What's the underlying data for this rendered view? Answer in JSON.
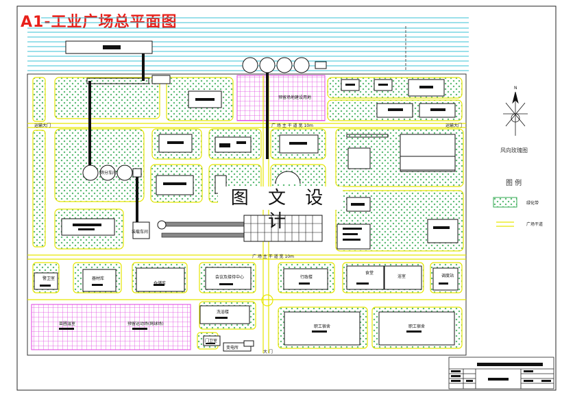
{
  "title": "A1-工业广场总平面图",
  "watermark": "图 文 设 计",
  "gates": {
    "west": "运输大门",
    "east": "运输大门",
    "main": "大 门"
  },
  "roads": {
    "upper": "广 场 主 干 道 宽  10m",
    "lower": "广 场 主 干 道 宽  10m"
  },
  "buildings": {
    "screening": "筛分车间",
    "loading": "装载车间",
    "materials": "器材库",
    "warehouse": "仓储库",
    "substation": "变电所",
    "conference": "会议及接待中心",
    "admin": "行政楼",
    "canteen": "食堂",
    "bath": "浴室",
    "dispatch": "调度站",
    "bathhouse": "洗浴楼",
    "dorm1": "职工宿舍",
    "dorm2": "职工宿舍",
    "guard1": "警卫室",
    "guard2": "门卫室",
    "greenhouse1": "苗圃温室",
    "sports": "预留运动场(网球场)",
    "reserved": "预留场地建设用地"
  },
  "compass": {
    "north": "N",
    "label": "风向玫瑰图"
  },
  "legend": {
    "title": "图  例",
    "green_label": "绿化带",
    "road_label": "广场干道"
  },
  "colors": {
    "green": "#2fa84f",
    "road": "#e6e600",
    "field": "#e040e0",
    "rail": "#36c2d6",
    "title": "#e8201a"
  }
}
